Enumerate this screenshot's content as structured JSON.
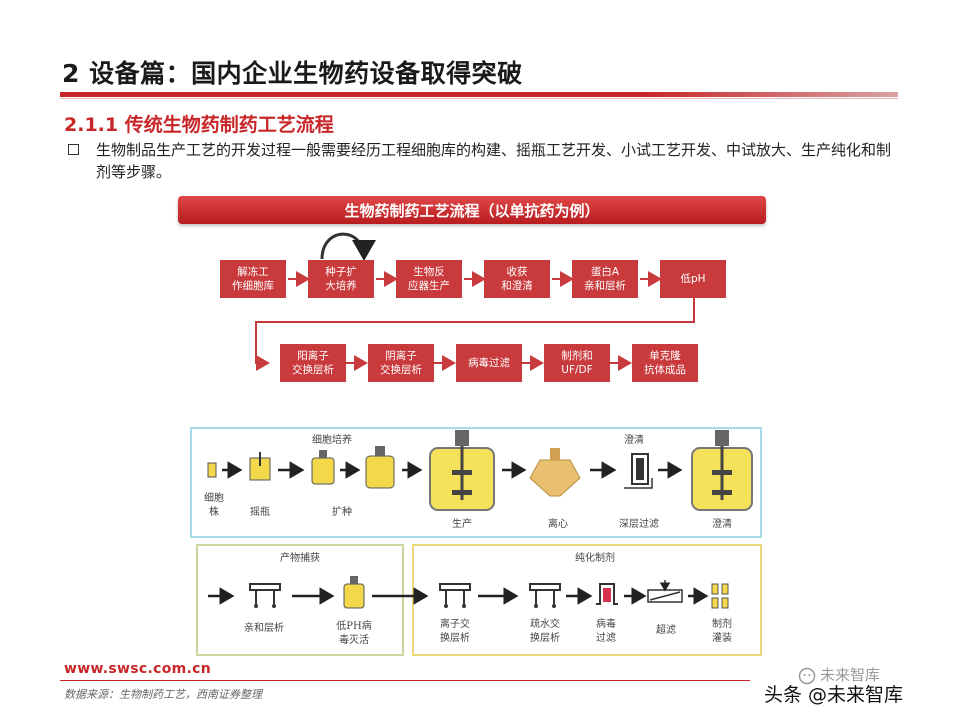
{
  "slide": {
    "title": "2 设备篇：国内企业生物药设备取得突破",
    "section": "2.1.1 传统生物药制药工艺流程",
    "bullet": "生物制品生产工艺的开发过程一般需要经历工程细胞库的构建、摇瓶工艺开发、小试工艺开发、中试放大、生产纯化和制剂等步骤。"
  },
  "flow": {
    "banner": "生物药制药工艺流程（以单抗药为例）",
    "row1": [
      "解冻工\n作细胞库",
      "种子扩\n大培养",
      "生物反\n应器生产",
      "收获\n和澄清",
      "蛋白A\n亲和层析",
      "低pH"
    ],
    "row2": [
      "阳离子\n交换层析",
      "阴离子\n交换层析",
      "病毒过滤",
      "制剂和\nUF/DF",
      "单克隆\n抗体成品"
    ]
  },
  "schematic": {
    "top_labels": [
      "细胞\n株",
      "摇瓶",
      "扩种",
      "生产",
      "离心",
      "深层过滤",
      "澄清"
    ],
    "top_headers": [
      "细胞培养",
      "澄清"
    ],
    "bl_header": "产物捕获",
    "bl_labels": [
      "亲和层析",
      "低PH病\n毒灭活"
    ],
    "br_header": "纯化制剂",
    "br_labels": [
      "离子交\n换层析",
      "疏水交\n换层析",
      "病毒\n过滤",
      "超滤",
      "制剂\n灌装"
    ]
  },
  "footer": {
    "url": "www.swsc.com.cn",
    "source": "数据来源：生物制药工艺，西南证券整理",
    "watermark_top": "未来智库",
    "watermark_bottom": "头条 @未来智库"
  },
  "colors": {
    "accent": "#c8272a",
    "step": "#c83a3c",
    "vessel": "#f2d84a"
  }
}
